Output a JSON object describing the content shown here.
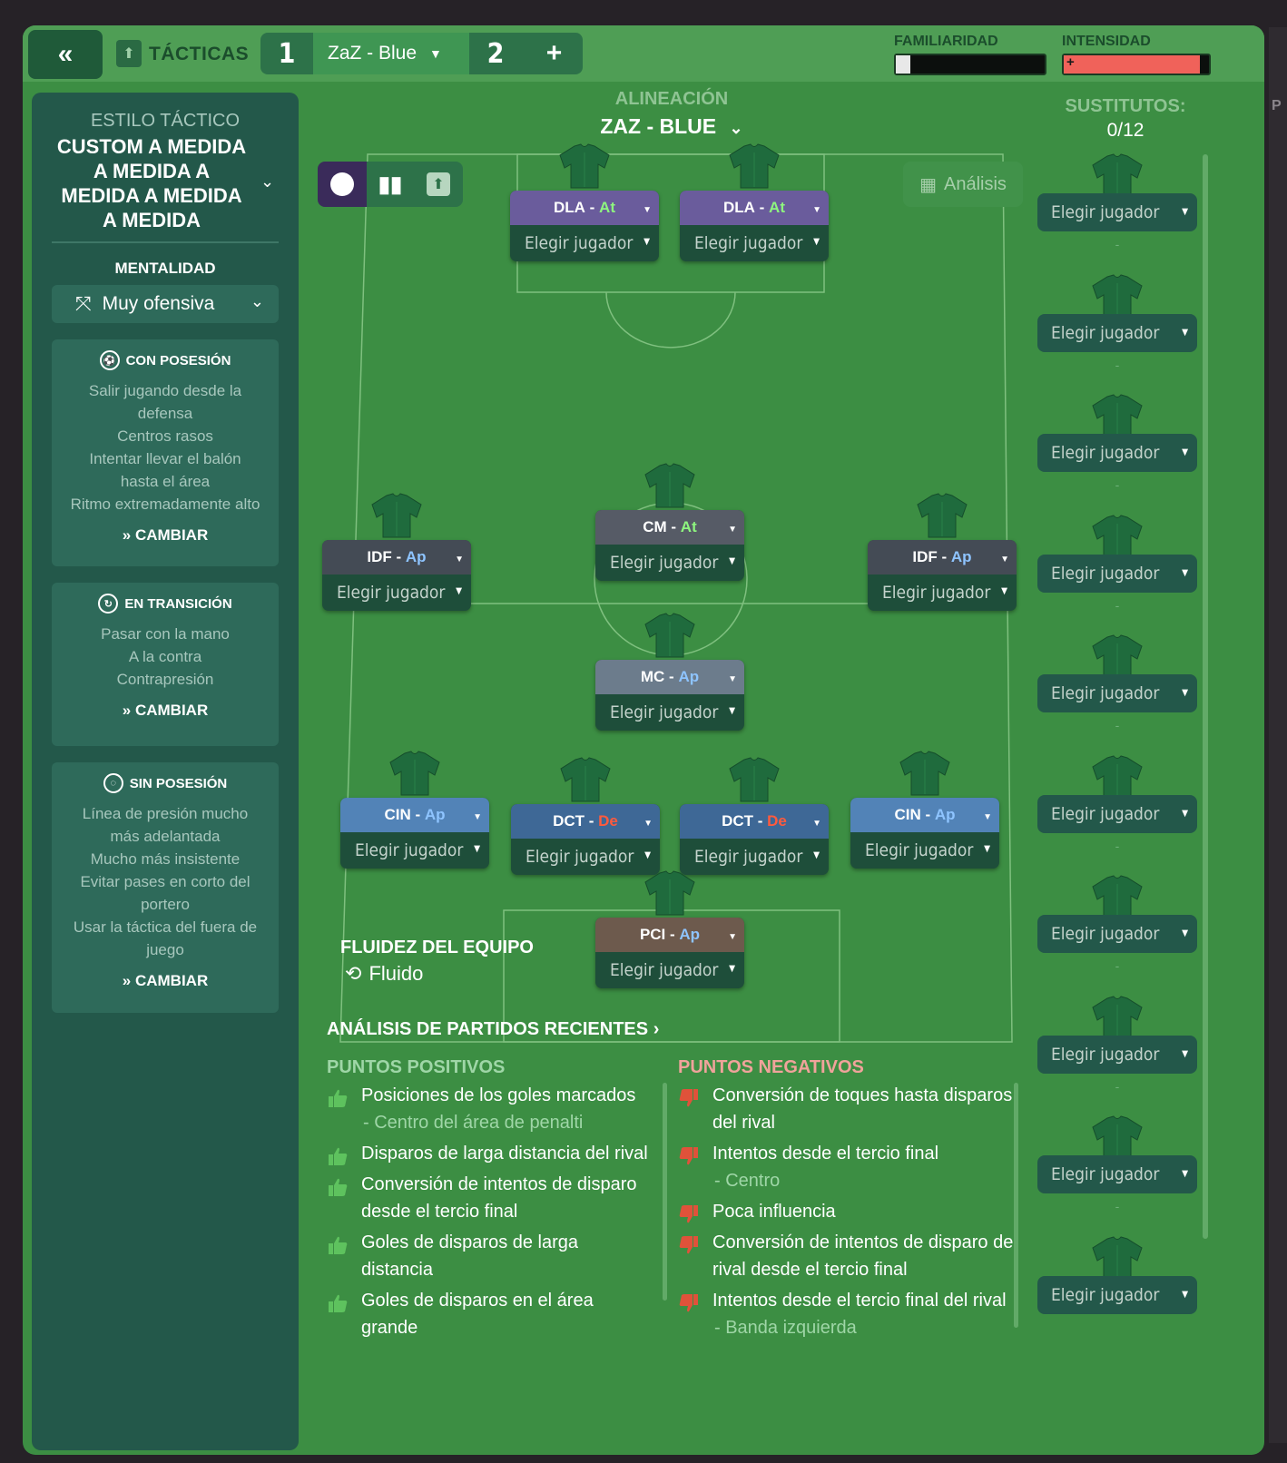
{
  "header": {
    "back_icon": "double-chevron-left-icon",
    "section_title": "TÁCTICAS",
    "tab1_number": "1",
    "tactic_name": "ZaZ - Blue",
    "tab2_number": "2",
    "add_label": "+",
    "familiarity_label": "FAMILIARIDAD",
    "familiarity_level": 0.1,
    "intensity_label": "INTENSIDAD",
    "intensity_level": 0.94,
    "intensity_color": "#f0625a"
  },
  "sidebar": {
    "style_label": "ESTILO TÁCTICO",
    "style_name_lines": [
      "CUSTOM A MEDIDA",
      "A MEDIDA A",
      "MEDIDA A MEDIDA",
      "A MEDIDA"
    ],
    "mentality_label": "MENTALIDAD",
    "mentality_value": "Muy ofensiva",
    "cards": [
      {
        "title": "CON POSESIÓN",
        "lines": [
          "Salir jugando desde la",
          "defensa",
          "Centros rasos",
          "Intentar llevar el balón",
          "hasta el área",
          "Ritmo extremadamente alto"
        ],
        "change": "CAMBIAR"
      },
      {
        "title": "EN TRANSICIÓN",
        "lines": [
          "Pasar con la mano",
          "A la contra",
          "Contrapresión"
        ],
        "change": "CAMBIAR"
      },
      {
        "title": "SIN POSESIÓN",
        "lines": [
          "Línea de presión mucho",
          "más adelantada",
          "Mucho más insistente",
          "Evitar pases en corto del",
          "portero",
          "Usar la táctica del fuera de",
          "juego"
        ],
        "change": "CAMBIAR"
      }
    ]
  },
  "lineup": {
    "label": "ALINEACIÓN",
    "name": "ZAZ - BLUE",
    "analysis_button": "Análisis",
    "fluidity_label": "FLUIDEZ DEL EQUIPO",
    "fluidity_value": "Fluido",
    "pick_text": "Elegir jugador",
    "positions": [
      {
        "id": "dla-left",
        "pos": "DLA",
        "duty": "At",
        "duty_class": "duty-at",
        "role_class": "r-dla"
      },
      {
        "id": "dla-right",
        "pos": "DLA",
        "duty": "At",
        "duty_class": "duty-at",
        "role_class": "r-dla"
      },
      {
        "id": "cm",
        "pos": "CM",
        "duty": "At",
        "duty_class": "duty-at",
        "role_class": "r-cm"
      },
      {
        "id": "idf-left",
        "pos": "IDF",
        "duty": "Ap",
        "duty_class": "duty-ap",
        "role_class": "r-idf"
      },
      {
        "id": "idf-right",
        "pos": "IDF",
        "duty": "Ap",
        "duty_class": "duty-ap",
        "role_class": "r-idf"
      },
      {
        "id": "mc",
        "pos": "MC",
        "duty": "Ap",
        "duty_class": "duty-ap",
        "role_class": "r-mc"
      },
      {
        "id": "cin-left",
        "pos": "CIN",
        "duty": "Ap",
        "duty_class": "duty-ap",
        "role_class": "r-cin"
      },
      {
        "id": "dct-left",
        "pos": "DCT",
        "duty": "De",
        "duty_class": "duty-de",
        "role_class": "r-dct"
      },
      {
        "id": "dct-right",
        "pos": "DCT",
        "duty": "De",
        "duty_class": "duty-de",
        "role_class": "r-dct"
      },
      {
        "id": "cin-right",
        "pos": "CIN",
        "duty": "Ap",
        "duty_class": "duty-ap",
        "role_class": "r-cin"
      },
      {
        "id": "pci",
        "pos": "PCI",
        "duty": "Ap",
        "duty_class": "duty-ap",
        "role_class": "r-pci"
      }
    ]
  },
  "subs": {
    "label": "SUSTITUTOS:",
    "count": "0/12",
    "pick_text": "Elegir jugador",
    "dash": "-",
    "slots": 10
  },
  "analysis": {
    "title": "ANÁLISIS DE PARTIDOS RECIENTES",
    "positive_label": "PUNTOS POSITIVOS",
    "negative_label": "PUNTOS NEGATIVOS",
    "positives": [
      {
        "text": "Posiciones de los goles marcados",
        "sub": "- Centro del área de penalti"
      },
      {
        "text": "Disparos de larga distancia del rival",
        "sub": ""
      },
      {
        "text": "Conversión de intentos de disparo desde el tercio final",
        "sub": ""
      },
      {
        "text": "Goles de disparos de larga distancia",
        "sub": ""
      },
      {
        "text": "Goles de disparos en el área grande",
        "sub": ""
      }
    ],
    "negatives": [
      {
        "text": "Conversión de toques hasta disparos del rival",
        "sub": ""
      },
      {
        "text": "Intentos desde el tercio final",
        "sub": "- Centro"
      },
      {
        "text": "Poca influencia",
        "sub": ""
      },
      {
        "text": "Conversión de intentos de disparo del rival desde el tercio final",
        "sub": ""
      },
      {
        "text": "Intentos desde el tercio final del rival",
        "sub": "- Banda izquierda"
      }
    ]
  }
}
